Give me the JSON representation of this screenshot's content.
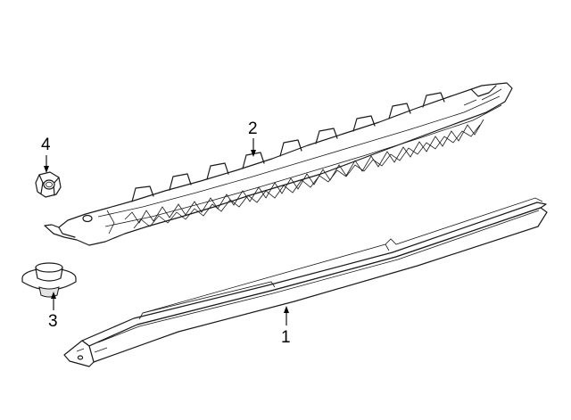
{
  "callouts": [
    {
      "id": "1",
      "label": "1"
    },
    {
      "id": "2",
      "label": "2"
    },
    {
      "id": "3",
      "label": "3"
    },
    {
      "id": "4",
      "label": "4"
    }
  ],
  "colors": {
    "line": "#1a1a1a",
    "shade": "#e4e4e4",
    "background": "#ffffff"
  }
}
